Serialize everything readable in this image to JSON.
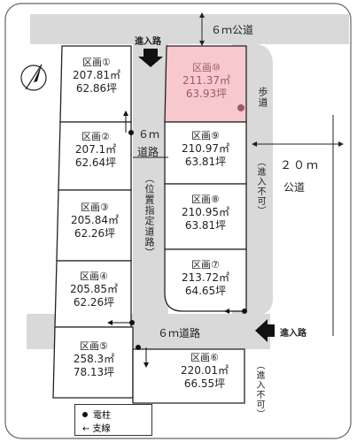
{
  "lots": [
    {
      "id": 1,
      "name": "区画①",
      "area": "207.81㎡",
      "tsubo": "62.86坪"
    },
    {
      "id": 2,
      "name": "区画②",
      "area": "207.1㎡",
      "tsubo": "62.64坪"
    },
    {
      "id": 3,
      "name": "区画③",
      "area": "205.84㎡",
      "tsubo": "62.26坪"
    },
    {
      "id": 4,
      "name": "区画④",
      "area": "205.85㎡",
      "tsubo": "62.26坪"
    },
    {
      "id": 5,
      "name": "区画⑤",
      "area": "258.3㎡",
      "tsubo": "78.13坪"
    },
    {
      "id": 6,
      "name": "区画⑥",
      "area": "220.01㎡",
      "tsubo": "66.55坪"
    },
    {
      "id": 7,
      "name": "区画⑦",
      "area": "213.72㎡",
      "tsubo": "64.65坪"
    },
    {
      "id": 8,
      "name": "区画⑧",
      "area": "210.95㎡",
      "tsubo": "63.81坪"
    },
    {
      "id": 9,
      "name": "区画⑨",
      "area": "210.97㎡",
      "tsubo": "63.81坪"
    },
    {
      "id": 10,
      "name": "区画⑩",
      "area": "211.37㎡",
      "tsubo": "63.93坪",
      "highlight": true
    }
  ],
  "roads": {
    "top": "６ｍ公道",
    "bottom": "６ｍ道路",
    "center_main": "６ｍ",
    "center_sub": "道路",
    "center_paren": "（位置指定道路）",
    "sidewalk": "歩道",
    "right_main": "２０ｍ",
    "right_sub": "公道",
    "no_entry_1": "（進入不可）",
    "no_entry_2": "（進入不可）",
    "entry_top": "進入路",
    "entry_right": "進入路"
  },
  "legend": {
    "pole": "電柱",
    "guy_wire": "← 支線"
  },
  "colors": {
    "road": "#d9d9d9",
    "highlight_fill": "#f7c9cf",
    "highlight_text": "#a05a64"
  }
}
